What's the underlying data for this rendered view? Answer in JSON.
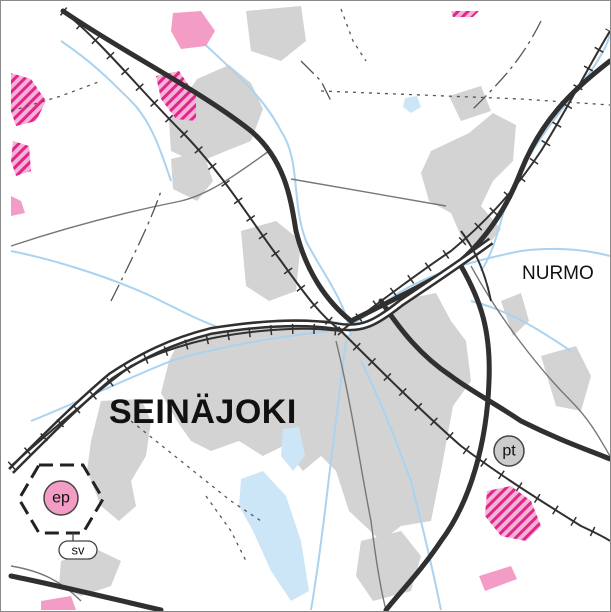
{
  "places": {
    "main_city": "SEINÄJOKI",
    "district": "NURMO"
  },
  "symbols": {
    "pt": "pt",
    "ep": "ep",
    "sv": "sv"
  },
  "colors": {
    "urban_area": "#d3d3d3",
    "water": "#cde6f7",
    "river": "#a9d3f0",
    "reserve_area": "#f39cc6",
    "reserve_hatch": "#e0258e",
    "highway": "#303030",
    "railway": "#303030",
    "minor_road": "#777777",
    "boundary": "#555555"
  }
}
